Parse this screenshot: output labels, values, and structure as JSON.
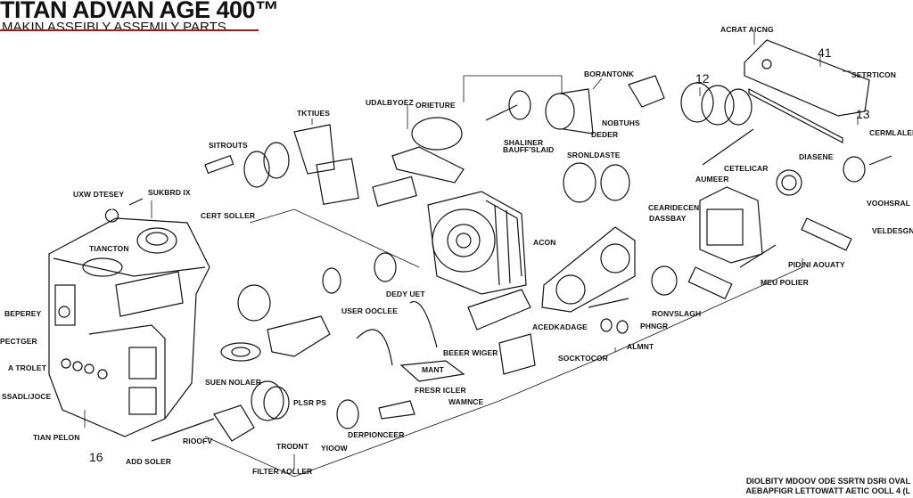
{
  "header": {
    "title": "TITAN ADVAN AGE 400™",
    "subtitle": "MAKIN ASSEIBLY ASSEMILY PARTS"
  },
  "callouts": {
    "acrat_aicng": "ACRAT AICNG",
    "n41": "41",
    "setrticon": "SETRTICON",
    "n12": "12",
    "n13": "13",
    "cermlaler": "CERMLALER",
    "borantonk": "BORANTONK",
    "nobtuhs": "NOBTUHS",
    "deder": "DEDER",
    "shaliner": "SHALINER",
    "bauffslaid": "BAUFF'SLAID",
    "sronldaste": "SRONLDASTE",
    "diasene": "DIASENE",
    "cetelicar": "CETELICAR",
    "aumeer": "AUMEER",
    "voohsral": "VOOHSRAL",
    "veldesgn": "VELDESGN",
    "cearidecen": "CEARIDECEN",
    "dassbay": "DASSBAY",
    "acon": "ACON",
    "tktiues": "TKTIUES",
    "udalbyoez": "UDALBYOEZ",
    "orieture": "ORIETURE",
    "sitrouts": "SITROUTS",
    "uxw_dtesey": "UXW DTESEY",
    "sukbrd_ix": "SUKBRD IX",
    "cert_soller": "CERT SOLLER",
    "tiancton": "TIANCTON",
    "dedy_uet": "DEDY UET",
    "user_ooclee": "USER OOCLEE",
    "beperey": "BEPEREY",
    "pectger": "PECTGER",
    "a_trolet": "A TROLET",
    "ssadl": "SSADL/JOCE",
    "suen_nolaer": "SUEN NOLAER",
    "plsr_ps": "PLSR PS",
    "tian_pelon": "TIAN PELON",
    "n16": "16",
    "add_soler": "ADD SOLER",
    "rioofv": "RIOOFV",
    "trodnt": "TRODNT",
    "yioow": "YIOOW",
    "derpionceer": "DERPIONCEER",
    "filter_aoller": "FILTER AOLLER",
    "mant": "MANT",
    "fresr_icler": "FRESR ICLER",
    "wamnce": "WAMNCE",
    "beeer_wiger": "BEEER WIGER",
    "socktocor": "SOCKTOCOR",
    "acedkadage": "ACEDKADAGE",
    "phngr": "PHNGR",
    "almnt": "ALMNT",
    "ronvslagh": "RONVSLAGH",
    "pidini_aouaty": "PIDINI AOUATY",
    "meu_polier": "MEU POLIER"
  },
  "footer": {
    "line1": "DIOLBITY MDOOV ODE SSRTN DSRI OVAL",
    "line2": "AEBAPFIGR LETTOWATT AETIC OOLL 4 (L"
  },
  "colors": {
    "ink": "#111111",
    "rule": "#9a1c24"
  }
}
